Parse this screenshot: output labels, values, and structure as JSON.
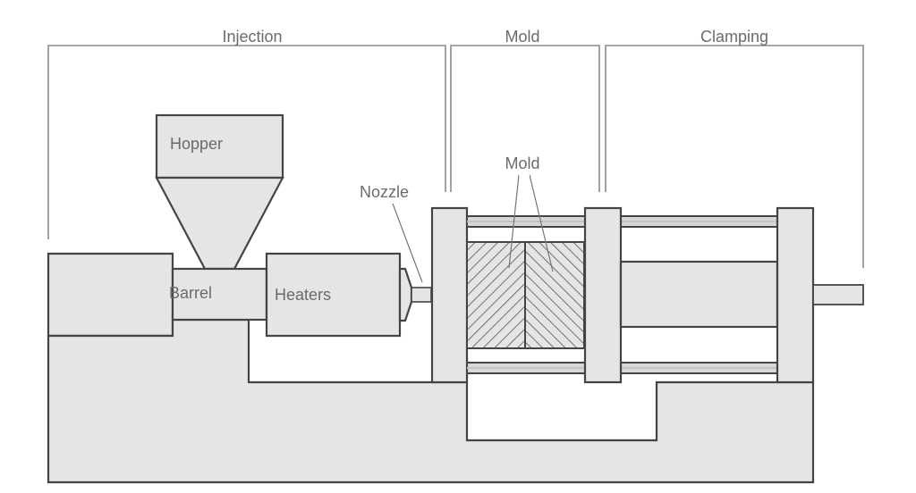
{
  "diagram": {
    "title": "Injection molding machine",
    "sections": [
      {
        "id": "injection",
        "label": "Injection"
      },
      {
        "id": "mold",
        "label": "Mold"
      },
      {
        "id": "clamping",
        "label": "Clamping"
      }
    ],
    "components": {
      "hopper": "Hopper",
      "barrel": "Barrel",
      "heaters": "Heaters",
      "nozzle": "Nozzle",
      "mold": "Mold"
    },
    "colors": {
      "fill": "#e6e4e5",
      "stroke": "#444444",
      "text": "#6b6b6b",
      "bracket": "#8a8a8a"
    }
  }
}
